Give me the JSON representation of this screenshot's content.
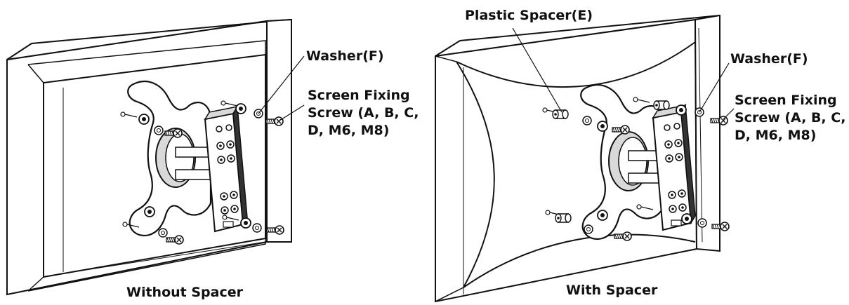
{
  "left_panel": {
    "caption": "Without Spacer",
    "labels": {
      "washer": "Washer(F)",
      "screw": [
        "Screen Fixing",
        "Screw (A, B, C,",
        "D, M6, M8)"
      ]
    }
  },
  "right_panel": {
    "caption": "With Spacer",
    "labels": {
      "spacer": "Plastic Spacer(E)",
      "washer": "Washer(F)",
      "screw": [
        "Screen Fixing",
        "Screw (A, B, C,",
        "D, M6, M8)"
      ]
    }
  },
  "colors": {
    "line": "#111111",
    "fill": "#ffffff",
    "shade": "#d9d9d9",
    "dark": "#333333"
  }
}
